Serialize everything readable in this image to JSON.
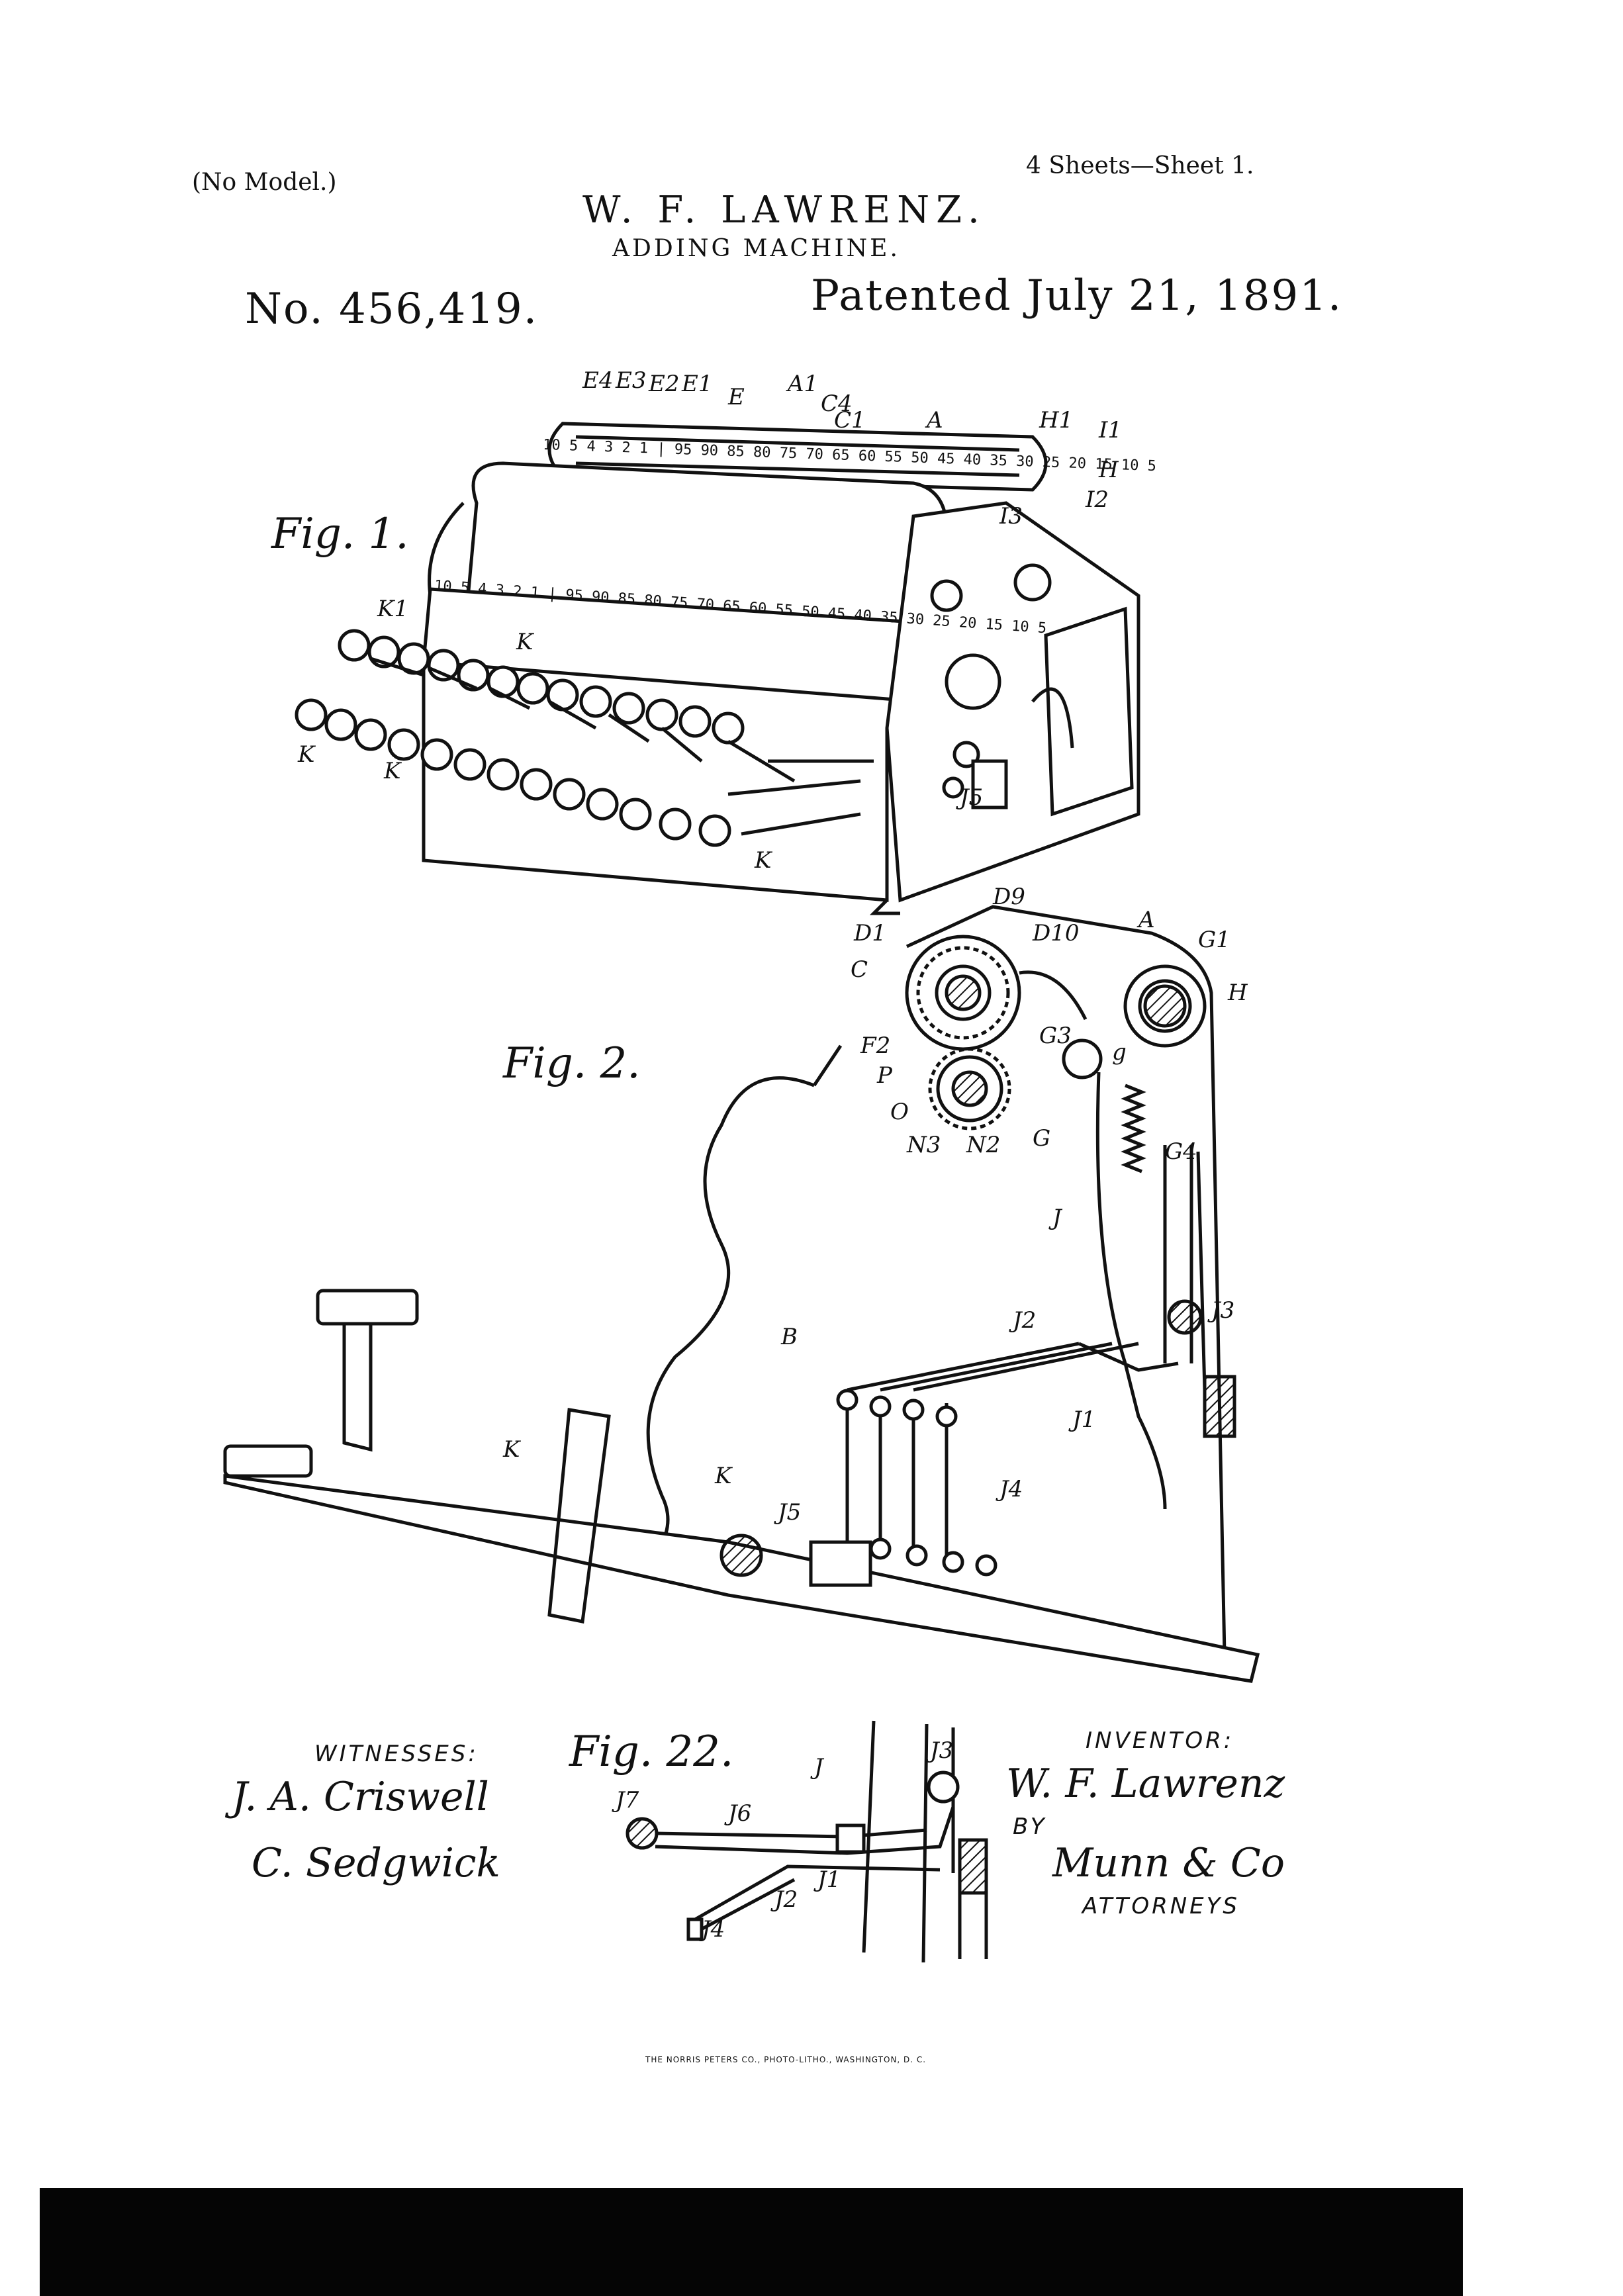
{
  "header": {
    "model_note": "(No Model.)",
    "sheets": "4 Sheets—Sheet 1.",
    "inventor_name": "W. F. LAWRENZ.",
    "title": "ADDING MACHINE.",
    "patent_number": "No. 456,419.",
    "patent_date": "Patented July 21, 1891."
  },
  "figures": {
    "fig1": {
      "label": "Fig. 1.",
      "top_labels": [
        "E4",
        "E3",
        "E2",
        "E1",
        "E",
        "A1",
        "C4",
        "C1",
        "A",
        "H1",
        "I1",
        "H",
        "I2",
        "I3"
      ],
      "upper_scale": "10 5 4 3 2 1 | 95 90 85 80 75 70 65 60 55 50 45 40 35 30 25 20 15 10 5",
      "lower_scale": "10 5 4 3 2 1 | 95 90 85 80 75 70 65 60 55 50 45 40 35 30 25 20 15 10 5",
      "key_labels": [
        "K1",
        "K",
        "K",
        "K",
        "K"
      ],
      "side_label": "J5"
    },
    "fig2": {
      "label": "Fig. 2.",
      "labels": [
        "D9",
        "A",
        "D1",
        "D10",
        "G1",
        "C",
        "H",
        "F2",
        "G3",
        "g",
        "P",
        "O",
        "N3",
        "N2",
        "G",
        "G4",
        "J",
        "J3",
        "B",
        "J2",
        "J1",
        "K",
        "K",
        "J5",
        "J4"
      ]
    },
    "fig22": {
      "label": "Fig. 22.",
      "labels": [
        "J",
        "J3",
        "J7",
        "J6",
        "J1",
        "J2",
        "J4"
      ]
    }
  },
  "witnesses": {
    "label": "WITNESSES:",
    "names": [
      "J. A. Criswell",
      "C. Sedgwick"
    ]
  },
  "inventor": {
    "label": "INVENTOR:",
    "name": "W. F. Lawrenz",
    "by": "BY",
    "attorneys_name": "Munn & Co",
    "attorneys_label": "ATTORNEYS"
  },
  "footer": {
    "imprint": "THE NORRIS PETERS CO., PHOTO-LITHO., WASHINGTON, D. C."
  }
}
